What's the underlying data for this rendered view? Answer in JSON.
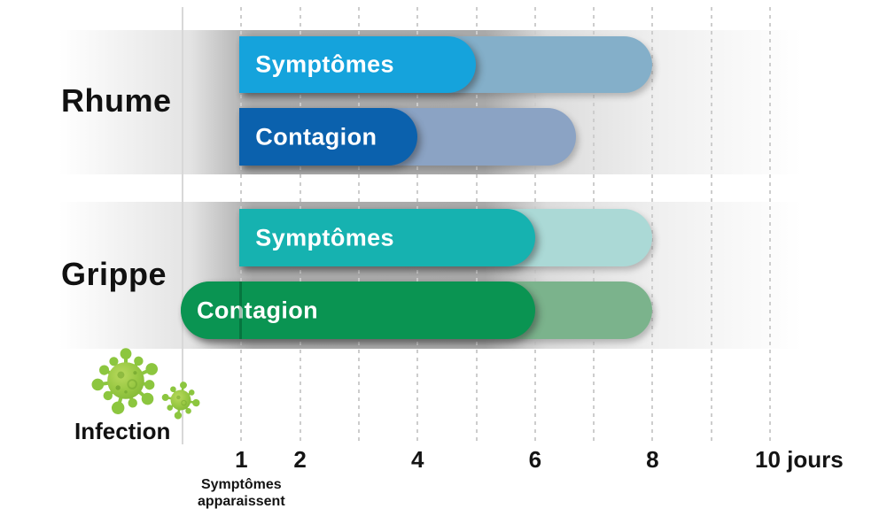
{
  "chart_data": {
    "type": "bar",
    "subtype": "horizontal-duration-timeline",
    "unit": "jours",
    "x_axis": {
      "range_days": [
        0,
        10
      ],
      "gridline_days": [
        0,
        1,
        2,
        3,
        4,
        5,
        6,
        7,
        8,
        9,
        10
      ],
      "tick_days": [
        1,
        2,
        4,
        6,
        8,
        10
      ],
      "tick_labels": [
        "1",
        "2",
        "4",
        "6",
        "8",
        "10 jours"
      ],
      "annotation": {
        "day": 1,
        "line1": "Symptômes",
        "line2": "apparaissent"
      }
    },
    "groups": [
      {
        "name": "Rhume",
        "bars": [
          {
            "label": "Symptômes",
            "start_day": 1,
            "solid_end_day": 5,
            "faded_end_day": 8,
            "solid_color": "#15a3dc",
            "faded_color": "#84afc9",
            "rounded_start": false
          },
          {
            "label": "Contagion",
            "start_day": 1,
            "solid_end_day": 4,
            "faded_end_day": 6.7,
            "solid_color": "#0b61ad",
            "faded_color": "#8ba3c4",
            "rounded_start": false
          }
        ]
      },
      {
        "name": "Grippe",
        "bars": [
          {
            "label": "Symptômes",
            "start_day": 1,
            "solid_end_day": 6,
            "faded_end_day": 8,
            "solid_color": "#16b2b0",
            "faded_color": "#abd9d6",
            "rounded_start": false
          },
          {
            "label": "Contagion",
            "start_day": 0,
            "solid_end_day": 6,
            "faded_end_day": 8,
            "solid_color": "#0a9452",
            "faded_color": "#7bb38c",
            "rounded_start": true,
            "symptom_onset_divider_day": 1
          }
        ]
      }
    ],
    "infection_label": "Infection",
    "style_colors": {
      "band_gray": "#a9a9a9",
      "gridline": "#cdcdcd",
      "text": "#141414",
      "bar_label_text": "#ffffff",
      "virus_green": "#8cc63f"
    }
  }
}
